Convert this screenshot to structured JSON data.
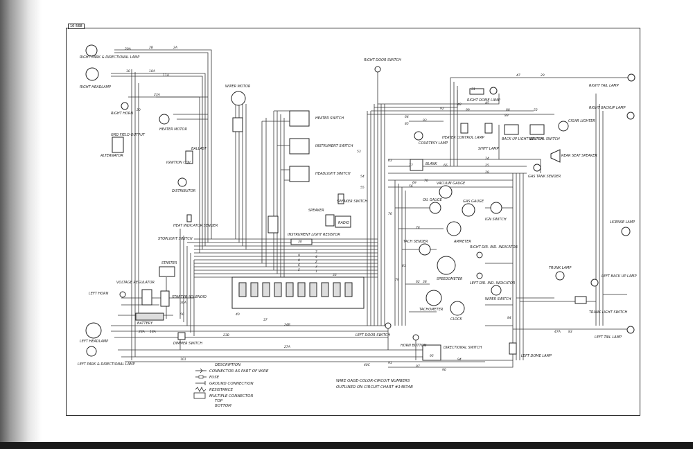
{
  "sheet_id": "10-568",
  "components": {
    "right_park_lamp": "RIGHT PARK & DIRECTIONAL LAMP",
    "right_headlamp": "RIGHT HEADLAMP",
    "right_horn": "RIGHT HORN",
    "heater_motor": "HEATER MOTOR",
    "wiper_motor": "WIPER MOTOR",
    "alternator": "ALTERNATOR",
    "alt_terminals": "GRD FIELD OUTPUT",
    "ignition_coil": "IGNITION COIL",
    "ballast": "BALLAST",
    "distributor": "DISTRIBUTOR",
    "heat_indicator": "HEAT INDICATOR SENDER",
    "stoplight_switch": "STOPLIGHT SWITCH",
    "starter": "STARTER",
    "voltage_regulator": "VOLTAGE REGULATOR",
    "starter_solenoid": "STARTER SOLENOID",
    "left_horn": "LEFT HORN",
    "battery": "BATTERY",
    "left_headlamp": "LEFT HEADLAMP",
    "left_park_lamp": "LEFT PARK & DIRECTIONAL LAMP",
    "dimmer_switch": "DIMMER SWITCH",
    "heater_switch": "HEATER SWITCH",
    "instrument_switch": "INSTRUMENT SWITCH",
    "headlight_switch": "HEADLIGHT SWITCH",
    "speaker": "SPEAKER",
    "speaker_switch": "SPEAKER SWITCH",
    "radio": "RADIO",
    "instrument_light_resistor": "INSTRUMENT LIGHT RESISTOR",
    "right_door_switch": "RIGHT DOOR SWITCH",
    "courtesy_lamp": "COURTESY LAMP",
    "heater_control_lamp": "HEATER CONTROL LAMP",
    "shift_lamp": "SHIFT LAMP",
    "right_dome_lamp": "RIGHT DOME LAMP",
    "back_up_light_switch": "BACK UP LIGHT SWITCH",
    "neutral_switch": "NEUTRAL SWITCH",
    "cigar_lighter": "CIGAR LIGHTER",
    "rear_seat_speaker": "REAR SEAT SPEAKER",
    "gas_tank_sender": "GAS TANK SENDER",
    "right_tail_lamp": "RIGHT TAIL LAMP",
    "right_backup_lamp": "RIGHT BACKUP LAMP",
    "blank": "BLANK",
    "ign_switch": "IGN SWITCH",
    "vacuum_gauge": "VACUUM GAUGE",
    "oil_gauge": "OIL GAUGE",
    "gas_gauge": "GAS GAUGE",
    "tach_sender": "TACH SENDER",
    "speedometer": "SPEEDOMETER",
    "right_dir_ind": "RIGHT DIR. IND. INDICATOR",
    "left_dir_ind": "LEFT DIR. IND. INDICATOR",
    "tachometer": "TACHOMETER",
    "clock": "CLOCK",
    "ammeter": "AMMETER",
    "wiper_switch": "WIPER SWITCH",
    "license_lamp": "LICENSE LAMP",
    "trunk_lamp": "TRUNK LAMP",
    "left_back_up_lamp": "LEFT BACK UP LAMP",
    "trunk_light_switch": "TRUNK LIGHT SWITCH",
    "left_tail_lamp": "LEFT TAIL LAMP",
    "left_dome_lamp": "LEFT DOME LAMP",
    "left_door_switch": "LEFT DOOR SWITCH",
    "horn_button": "HORN BUTTON",
    "directional_switch": "DIRECTIONAL SWITCH"
  },
  "wire_labels": [
    "2B",
    "2A",
    "20A",
    "10A",
    "11A",
    "10",
    "20",
    "23A",
    "7",
    "4",
    "2",
    "3",
    "1",
    "9",
    "8",
    "6",
    "5",
    "24",
    "25",
    "28",
    "29",
    "30",
    "31",
    "33",
    "37",
    "40",
    "45",
    "47",
    "47A",
    "48",
    "50",
    "52",
    "53",
    "54",
    "55",
    "56",
    "61",
    "62",
    "63",
    "64",
    "66",
    "69",
    "70",
    "76",
    "77",
    "78",
    "79",
    "83",
    "84",
    "85",
    "88",
    "89",
    "90",
    "91",
    "92",
    "93",
    "94",
    "95",
    "97",
    "99",
    "101",
    "24B",
    "27A",
    "23B",
    "40C",
    "18A",
    "28A",
    "38",
    "30A"
  ],
  "legend": {
    "title": "DESCRIPTION",
    "items": [
      "CONNECTOR AS PART OF WIRE",
      "FUSE",
      "GROUND CONNECTION",
      "RESISTANCE",
      "MULTIPLE CONNECTOR",
      "TOP",
      "BOTTOM"
    ]
  },
  "note": {
    "line1": "WIRE GAGE-COLOR-CIRCUIT NUMBERS",
    "line2": "OUTLINED ON CIRCUIT CHART #1487AB"
  }
}
